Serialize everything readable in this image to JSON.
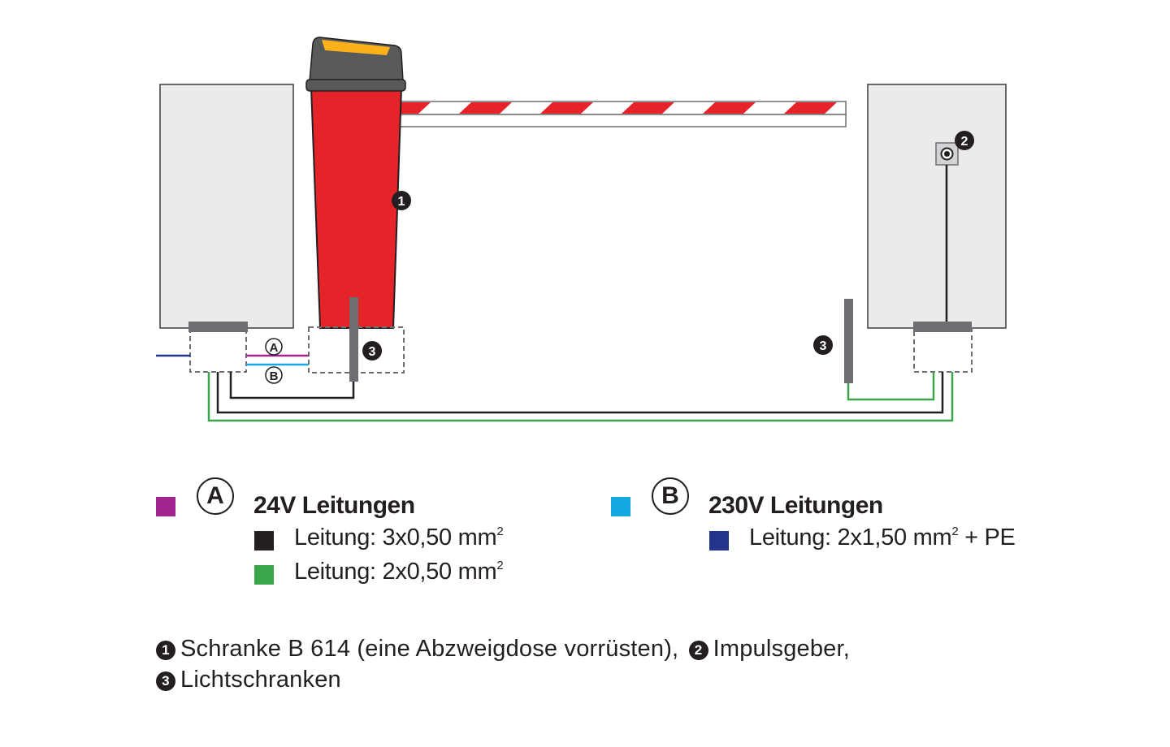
{
  "diagram": {
    "markers": {
      "barrier": "❶",
      "pulse": "❷",
      "photocell": "❸"
    },
    "cable_labels": {
      "a": "A",
      "b": "B"
    },
    "colors": {
      "purple": "#a3248f",
      "cyan": "#16a9e1",
      "black": "#231f20",
      "green": "#3aa64b",
      "navy": "#23348c",
      "red": "#e52429",
      "pillar": "#ebebeb",
      "lamp": "#fbb21a"
    }
  },
  "legend": {
    "group_a": {
      "swatch_color": "#a3248f",
      "letter": "A",
      "heading": "24V Leitungen",
      "items": [
        {
          "color": "#231f20",
          "text": "Leitung: 3x0,50 mm",
          "sup": "2",
          "suffix": ""
        },
        {
          "color": "#3aa64b",
          "text": "Leitung: 2x0,50 mm",
          "sup": "2",
          "suffix": ""
        }
      ]
    },
    "group_b": {
      "swatch_color": "#16a9e1",
      "letter": "B",
      "heading": "230V Leitungen",
      "items": [
        {
          "color": "#23348c",
          "text": "Leitung: 2x1,50 mm",
          "sup": "2",
          "suffix": " + PE"
        }
      ]
    }
  },
  "notes": {
    "line1": {
      "n1": "1",
      "t1": "Schranke B 614 (eine Abzweigdose vorrüsten),",
      "n2": "2",
      "t2": "Impulsgeber,"
    },
    "line2": {
      "n3": "3",
      "t3": "Lichtschranken"
    }
  }
}
